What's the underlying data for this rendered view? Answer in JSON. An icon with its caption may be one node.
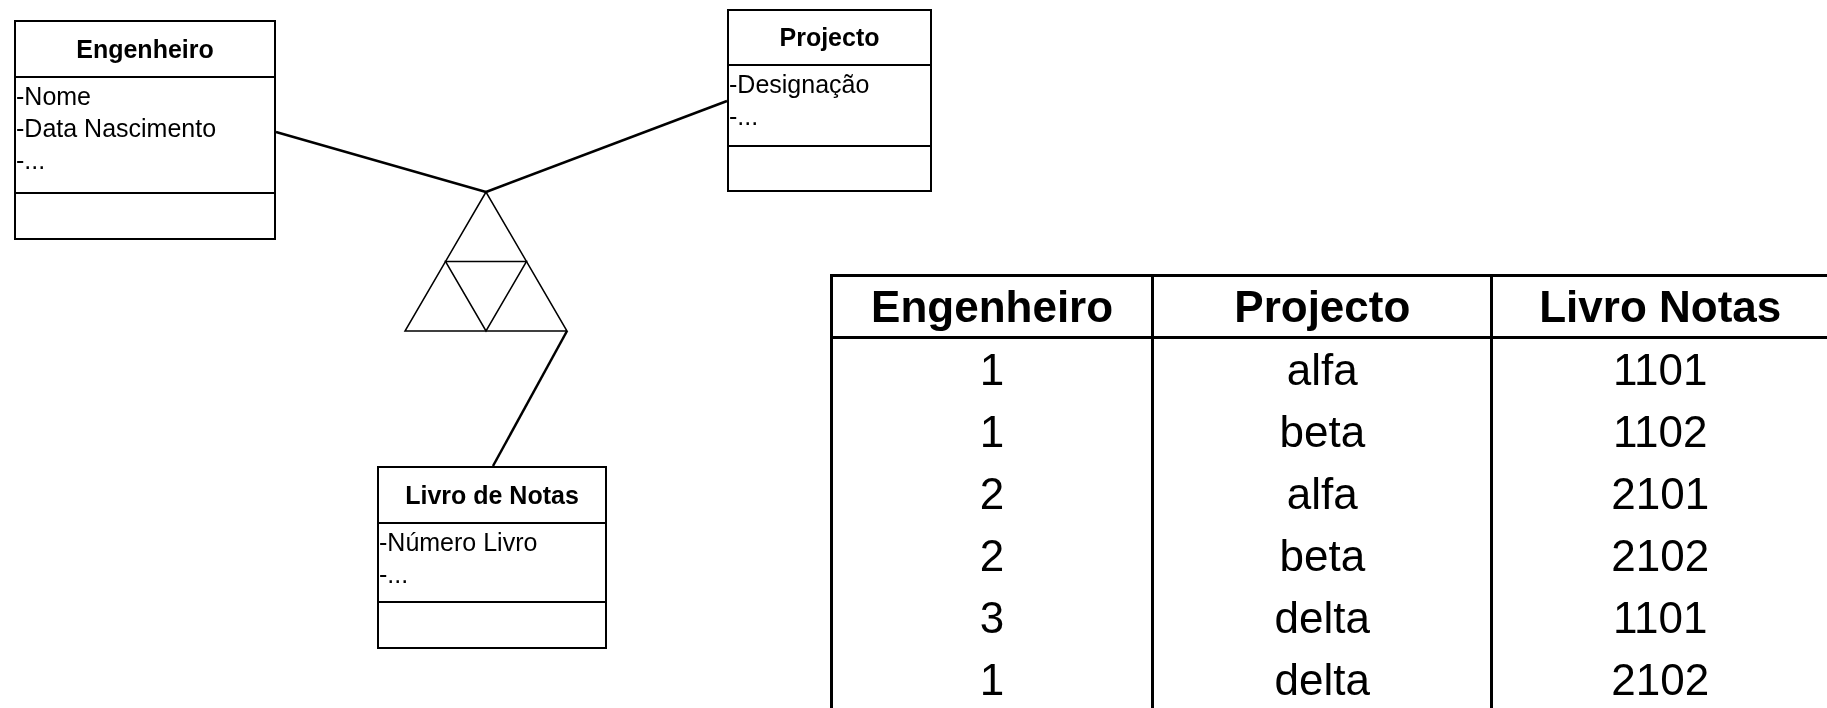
{
  "diagram": {
    "nodes": [
      {
        "text": [
          "Engenheiro",
          "-Nome",
          "-Data Nascimento",
          "-..."
        ]
      },
      {
        "text": [
          "Projecto",
          "-Designação",
          "-..."
        ]
      },
      {
        "text": [],
        "shape": "triangle"
      },
      {
        "text": [
          "Livro de Notas",
          "-Número Livro",
          "-..."
        ]
      }
    ],
    "edges": [
      {
        "from": 0,
        "to": 2,
        "arrow": "none"
      },
      {
        "from": 1,
        "to": 2,
        "arrow": "none"
      },
      {
        "from": 3,
        "to": 2,
        "arrow": "none"
      }
    ],
    "labels": [
      "Engenheiro",
      "Projecto",
      "Livro Notas",
      "1",
      "alfa",
      "1101",
      "1",
      "beta",
      "1102",
      "2",
      "alfa",
      "2101",
      "2",
      "beta",
      "2102",
      "3",
      "delta",
      "1101",
      "1",
      "delta",
      "2102"
    ]
  }
}
